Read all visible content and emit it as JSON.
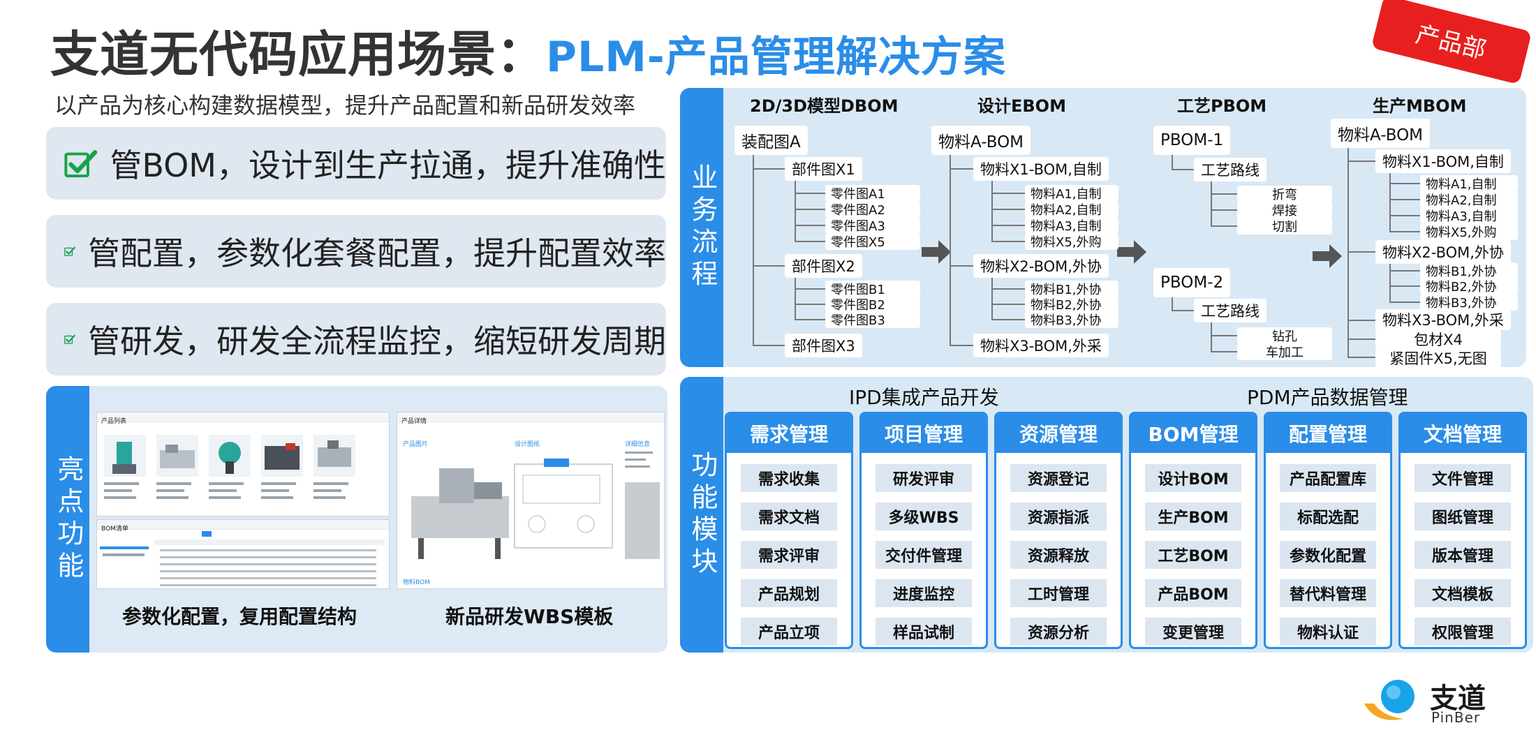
{
  "header": {
    "title_main": "支道无代码应用场景：",
    "title_highlight": "PLM-产品管理解决方案",
    "badge": "产品部",
    "subtitle": "以产品为核心构建数据模型，提升产品配置和新品研发效率"
  },
  "features": [
    {
      "icon": "check-icon",
      "text": "管BOM，设计到生产拉通，提升准确性"
    },
    {
      "icon": "check-icon",
      "text": "管配置，参数化套餐配置，提升配置效率"
    },
    {
      "icon": "check-icon",
      "text": "管研发，研发全流程监控，缩短研发周期"
    }
  ],
  "highlights": {
    "tab_label": "亮点功能",
    "caption_left": "参数化配置，复用配置结构",
    "caption_right": "新品研发WBS模板",
    "shot_left_top_title": "产品列表",
    "shot_left_bottom_title": "BOM清单",
    "shot_right_title": "产品详情",
    "shot_right_header_a": "产品图片",
    "shot_right_header_b": "设计图纸",
    "shot_right_header_c": "详细信息",
    "shot_right_footer": "物料BOM"
  },
  "flow": {
    "tab_label": "业务流程",
    "col_headers": [
      "2D/3D模型DBOM",
      "设计EBOM",
      "工艺PBOM",
      "生产MBOM"
    ],
    "dbom": {
      "root": "装配图A",
      "groups": [
        {
          "name": "部件图X1",
          "items": [
            "零件图A1",
            "零件图A2",
            "零件图A3",
            "零件图X5"
          ]
        },
        {
          "name": "部件图X2",
          "items": [
            "零件图B1",
            "零件图B2",
            "零件图B3"
          ]
        },
        {
          "name": "部件图X3",
          "items": []
        }
      ]
    },
    "ebom": {
      "root": "物料A-BOM",
      "groups": [
        {
          "name": "物料X1-BOM,自制",
          "items": [
            "物料A1,自制",
            "物料A2,自制",
            "物料A3,自制",
            "物料X5,外购"
          ]
        },
        {
          "name": "物料X2-BOM,外协",
          "items": [
            "物料B1,外协",
            "物料B2,外协",
            "物料B3,外协"
          ]
        },
        {
          "name": "物料X3-BOM,外采",
          "items": []
        }
      ]
    },
    "pbom": [
      {
        "root": "PBOM-1",
        "route": "工艺路线",
        "steps": [
          "折弯",
          "焊接",
          "切割"
        ]
      },
      {
        "root": "PBOM-2",
        "route": "工艺路线",
        "steps": [
          "钻孔",
          "车加工"
        ]
      }
    ],
    "mbom": {
      "root": "物料A-BOM",
      "groups": [
        {
          "name": "物料X1-BOM,自制",
          "items": [
            "物料A1,自制",
            "物料A2,自制",
            "物料A3,自制",
            "物料X5,外购"
          ]
        },
        {
          "name": "物料X2-BOM,外协",
          "items": [
            "物料B1,外协",
            "物料B2,外协",
            "物料B3,外协"
          ]
        },
        {
          "name": "物料X3-BOM,外采",
          "items": []
        },
        {
          "name": "包材X4",
          "items": []
        },
        {
          "name": "紧固件X5,无图",
          "items": []
        }
      ]
    }
  },
  "modules": {
    "tab_label": "功能模块",
    "group_left": "IPD集成产品开发",
    "group_right": "PDM产品数据管理",
    "list": [
      {
        "name": "需求管理",
        "items": [
          "需求收集",
          "需求文档",
          "需求评审",
          "产品规划",
          "产品立项"
        ]
      },
      {
        "name": "项目管理",
        "items": [
          "研发评审",
          "多级WBS",
          "交付件管理",
          "进度监控",
          "样品试制"
        ]
      },
      {
        "name": "资源管理",
        "items": [
          "资源登记",
          "资源指派",
          "资源释放",
          "工时管理",
          "资源分析"
        ]
      },
      {
        "name": "BOM管理",
        "items": [
          "设计BOM",
          "生产BOM",
          "工艺BOM",
          "产品BOM",
          "变更管理"
        ]
      },
      {
        "name": "配置管理",
        "items": [
          "产品配置库",
          "标配选配",
          "参数化配置",
          "替代料管理",
          "物料认证"
        ]
      },
      {
        "name": "文档管理",
        "items": [
          "文件管理",
          "图纸管理",
          "版本管理",
          "文档模板",
          "权限管理"
        ]
      }
    ]
  },
  "brand": {
    "name": "支道",
    "sub": "PinBer"
  },
  "colors": {
    "accent": "#2a8de8",
    "badge": "#e81f1f",
    "check": "#19a34a",
    "panel": "#d9e8f5"
  }
}
